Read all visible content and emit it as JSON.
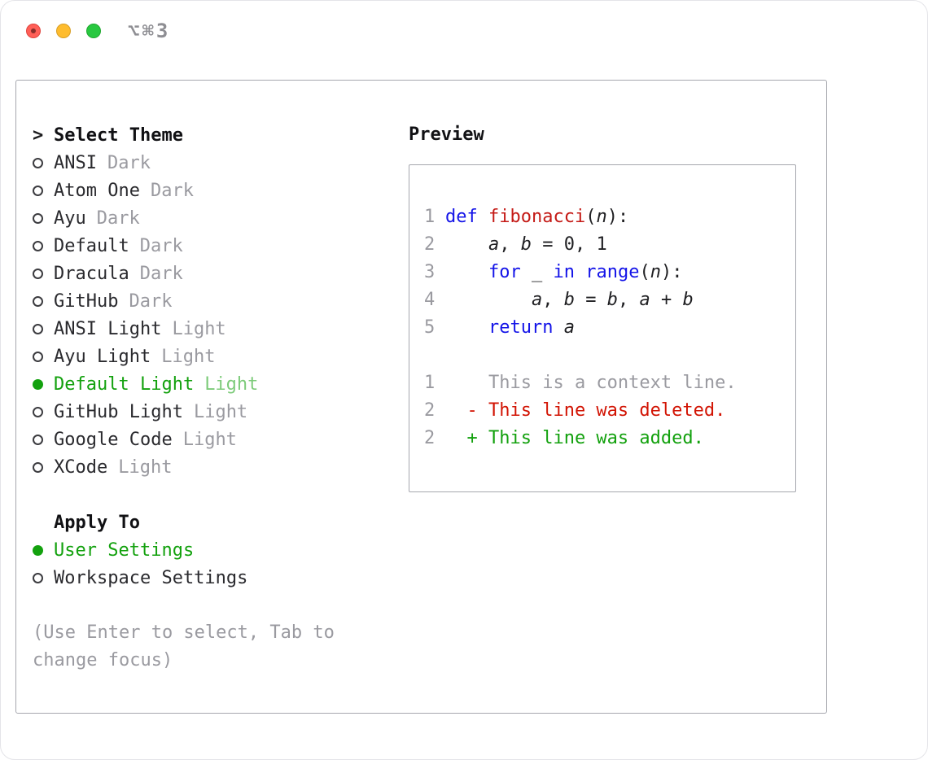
{
  "window": {
    "title": "⌥⌘3"
  },
  "colors": {
    "accent_green": "#13a10e",
    "keyword_blue": "#1414e8",
    "function_red": "#c41a16",
    "deleted_red": "#d21404",
    "added_green": "#13a10e",
    "dim_gray": "#9a9aa0",
    "ink": "#1c1c1e",
    "panel_border": "#a6a7ae"
  },
  "theme_selector": {
    "prompt": ">",
    "title": "Select Theme",
    "items": [
      {
        "name": "ANSI",
        "variant": "Dark",
        "selected": false
      },
      {
        "name": "Atom One",
        "variant": "Dark",
        "selected": false
      },
      {
        "name": "Ayu",
        "variant": "Dark",
        "selected": false
      },
      {
        "name": "Default",
        "variant": "Dark",
        "selected": false
      },
      {
        "name": "Dracula",
        "variant": "Dark",
        "selected": false
      },
      {
        "name": "GitHub",
        "variant": "Dark",
        "selected": false
      },
      {
        "name": "ANSI Light",
        "variant": "Light",
        "selected": false
      },
      {
        "name": "Ayu Light",
        "variant": "Light",
        "selected": false
      },
      {
        "name": "Default Light",
        "variant": "Light",
        "selected": true
      },
      {
        "name": "GitHub Light",
        "variant": "Light",
        "selected": false
      },
      {
        "name": "Google Code",
        "variant": "Light",
        "selected": false
      },
      {
        "name": "XCode",
        "variant": "Light",
        "selected": false
      }
    ]
  },
  "apply_to": {
    "title": "Apply To",
    "options": [
      {
        "label": "User Settings",
        "selected": true
      },
      {
        "label": "Workspace Settings",
        "selected": false
      }
    ]
  },
  "hint": "(Use Enter to select, Tab to change focus)",
  "preview": {
    "title": "Preview",
    "lines": [
      {
        "num": "1",
        "tokens": [
          {
            "text": "def",
            "cls": "kw"
          },
          {
            "text": " ",
            "cls": "pl"
          },
          {
            "text": "fibonacci",
            "cls": "fn"
          },
          {
            "text": "(",
            "cls": "pl"
          },
          {
            "text": "n",
            "cls": "var"
          },
          {
            "text": "):",
            "cls": "pl"
          }
        ]
      },
      {
        "num": "2",
        "tokens": [
          {
            "text": "    ",
            "cls": "pl"
          },
          {
            "text": "a",
            "cls": "var"
          },
          {
            "text": ", ",
            "cls": "pl"
          },
          {
            "text": "b",
            "cls": "var"
          },
          {
            "text": " = ",
            "cls": "pl"
          },
          {
            "text": "0",
            "cls": "num"
          },
          {
            "text": ", ",
            "cls": "pl"
          },
          {
            "text": "1",
            "cls": "num"
          }
        ]
      },
      {
        "num": "3",
        "tokens": [
          {
            "text": "    ",
            "cls": "pl"
          },
          {
            "text": "for",
            "cls": "kw"
          },
          {
            "text": " ",
            "cls": "pl"
          },
          {
            "text": "_",
            "cls": "var"
          },
          {
            "text": " ",
            "cls": "pl"
          },
          {
            "text": "in",
            "cls": "kw"
          },
          {
            "text": " ",
            "cls": "pl"
          },
          {
            "text": "range",
            "cls": "kw"
          },
          {
            "text": "(",
            "cls": "pl"
          },
          {
            "text": "n",
            "cls": "var"
          },
          {
            "text": "):",
            "cls": "pl"
          }
        ]
      },
      {
        "num": "4",
        "tokens": [
          {
            "text": "        ",
            "cls": "pl"
          },
          {
            "text": "a",
            "cls": "var"
          },
          {
            "text": ", ",
            "cls": "pl"
          },
          {
            "text": "b",
            "cls": "var"
          },
          {
            "text": " = ",
            "cls": "pl"
          },
          {
            "text": "b",
            "cls": "var"
          },
          {
            "text": ", ",
            "cls": "pl"
          },
          {
            "text": "a",
            "cls": "var"
          },
          {
            "text": " + ",
            "cls": "pl"
          },
          {
            "text": "b",
            "cls": "var"
          }
        ]
      },
      {
        "num": "5",
        "tokens": [
          {
            "text": "    ",
            "cls": "pl"
          },
          {
            "text": "return",
            "cls": "kw"
          },
          {
            "text": " ",
            "cls": "pl"
          },
          {
            "text": "a",
            "cls": "var"
          }
        ]
      },
      {
        "num": "",
        "tokens": []
      },
      {
        "num": "1",
        "tokens": [
          {
            "text": "    This is a context line.",
            "cls": "ctx"
          }
        ]
      },
      {
        "num": "2",
        "tokens": [
          {
            "text": "  - This line was deleted.",
            "cls": "del"
          }
        ]
      },
      {
        "num": "2",
        "tokens": [
          {
            "text": "  + This line was added.",
            "cls": "add"
          }
        ]
      }
    ]
  }
}
